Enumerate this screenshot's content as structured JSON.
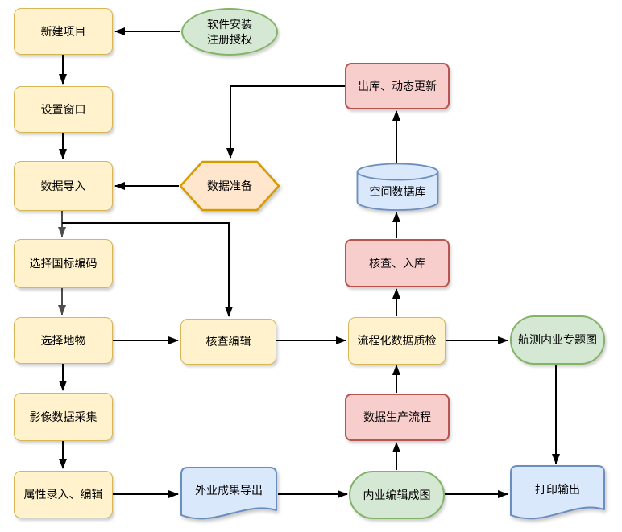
{
  "colors": {
    "background": "#ffffff",
    "process_fill": "#fff2cc",
    "process_border": "#d6b656",
    "alert_fill": "#f8cecc",
    "alert_border": "#b85450",
    "terminal_fill": "#d5e8d4",
    "terminal_border": "#82b366",
    "data_fill": "#dae8fc",
    "data_border": "#6c8ebf",
    "prepare_fill": "#ffe6cc",
    "prepare_border": "#d79b00",
    "connector": "#000000",
    "connector_gray": "#4d4d4d"
  },
  "nodes": {
    "software_install": {
      "label": "软件安装\n注册授权",
      "shape": "ellipse"
    },
    "new_project": {
      "label": "新建项目",
      "shape": "rounded-rect"
    },
    "set_window": {
      "label": "设置窗口",
      "shape": "rounded-rect"
    },
    "data_import": {
      "label": "数据导入",
      "shape": "rounded-rect"
    },
    "data_prepare": {
      "label": "数据准备",
      "shape": "hexagon"
    },
    "export_update": {
      "label": "出库、动态更新",
      "shape": "rounded-rect"
    },
    "spatial_db": {
      "label": "空间数据库",
      "shape": "cylinder"
    },
    "check_storage": {
      "label": "核查、入库",
      "shape": "rounded-rect"
    },
    "select_gb_code": {
      "label": "选择国标编码",
      "shape": "rounded-rect"
    },
    "select_feature": {
      "label": "选择地物",
      "shape": "rounded-rect"
    },
    "check_edit": {
      "label": "核查编辑",
      "shape": "rounded-rect"
    },
    "quality_check": {
      "label": "流程化数据质检",
      "shape": "rounded-rect"
    },
    "aerial_thematic": {
      "label": "航测内业专题图",
      "shape": "stadium"
    },
    "image_collect": {
      "label": "影像数据采集",
      "shape": "rounded-rect"
    },
    "production_flow": {
      "label": "数据生产流程",
      "shape": "rounded-rect"
    },
    "attr_edit": {
      "label": "属性录入、编辑",
      "shape": "rounded-rect"
    },
    "field_export": {
      "label": "外业成果导出",
      "shape": "document"
    },
    "indoor_mapping": {
      "label": "内业编辑成图",
      "shape": "stadium"
    },
    "print_output": {
      "label": "打印输出",
      "shape": "document"
    }
  },
  "edges": [
    {
      "from": "software_install",
      "to": "new_project"
    },
    {
      "from": "new_project",
      "to": "set_window"
    },
    {
      "from": "set_window",
      "to": "data_import"
    },
    {
      "from": "data_import",
      "to": "select_gb_code"
    },
    {
      "from": "select_gb_code",
      "to": "select_feature"
    },
    {
      "from": "select_feature",
      "to": "image_collect"
    },
    {
      "from": "image_collect",
      "to": "attr_edit"
    },
    {
      "from": "data_prepare",
      "to": "data_import"
    },
    {
      "from": "export_update",
      "to": "data_prepare"
    },
    {
      "from": "data_import",
      "to": "check_edit"
    },
    {
      "from": "select_feature",
      "to": "check_edit"
    },
    {
      "from": "check_edit",
      "to": "quality_check"
    },
    {
      "from": "quality_check",
      "to": "aerial_thematic"
    },
    {
      "from": "quality_check",
      "to": "check_storage"
    },
    {
      "from": "check_storage",
      "to": "spatial_db"
    },
    {
      "from": "spatial_db",
      "to": "export_update"
    },
    {
      "from": "production_flow",
      "to": "quality_check"
    },
    {
      "from": "indoor_mapping",
      "to": "production_flow"
    },
    {
      "from": "attr_edit",
      "to": "field_export"
    },
    {
      "from": "field_export",
      "to": "indoor_mapping"
    },
    {
      "from": "indoor_mapping",
      "to": "print_output"
    },
    {
      "from": "aerial_thematic",
      "to": "print_output"
    }
  ]
}
